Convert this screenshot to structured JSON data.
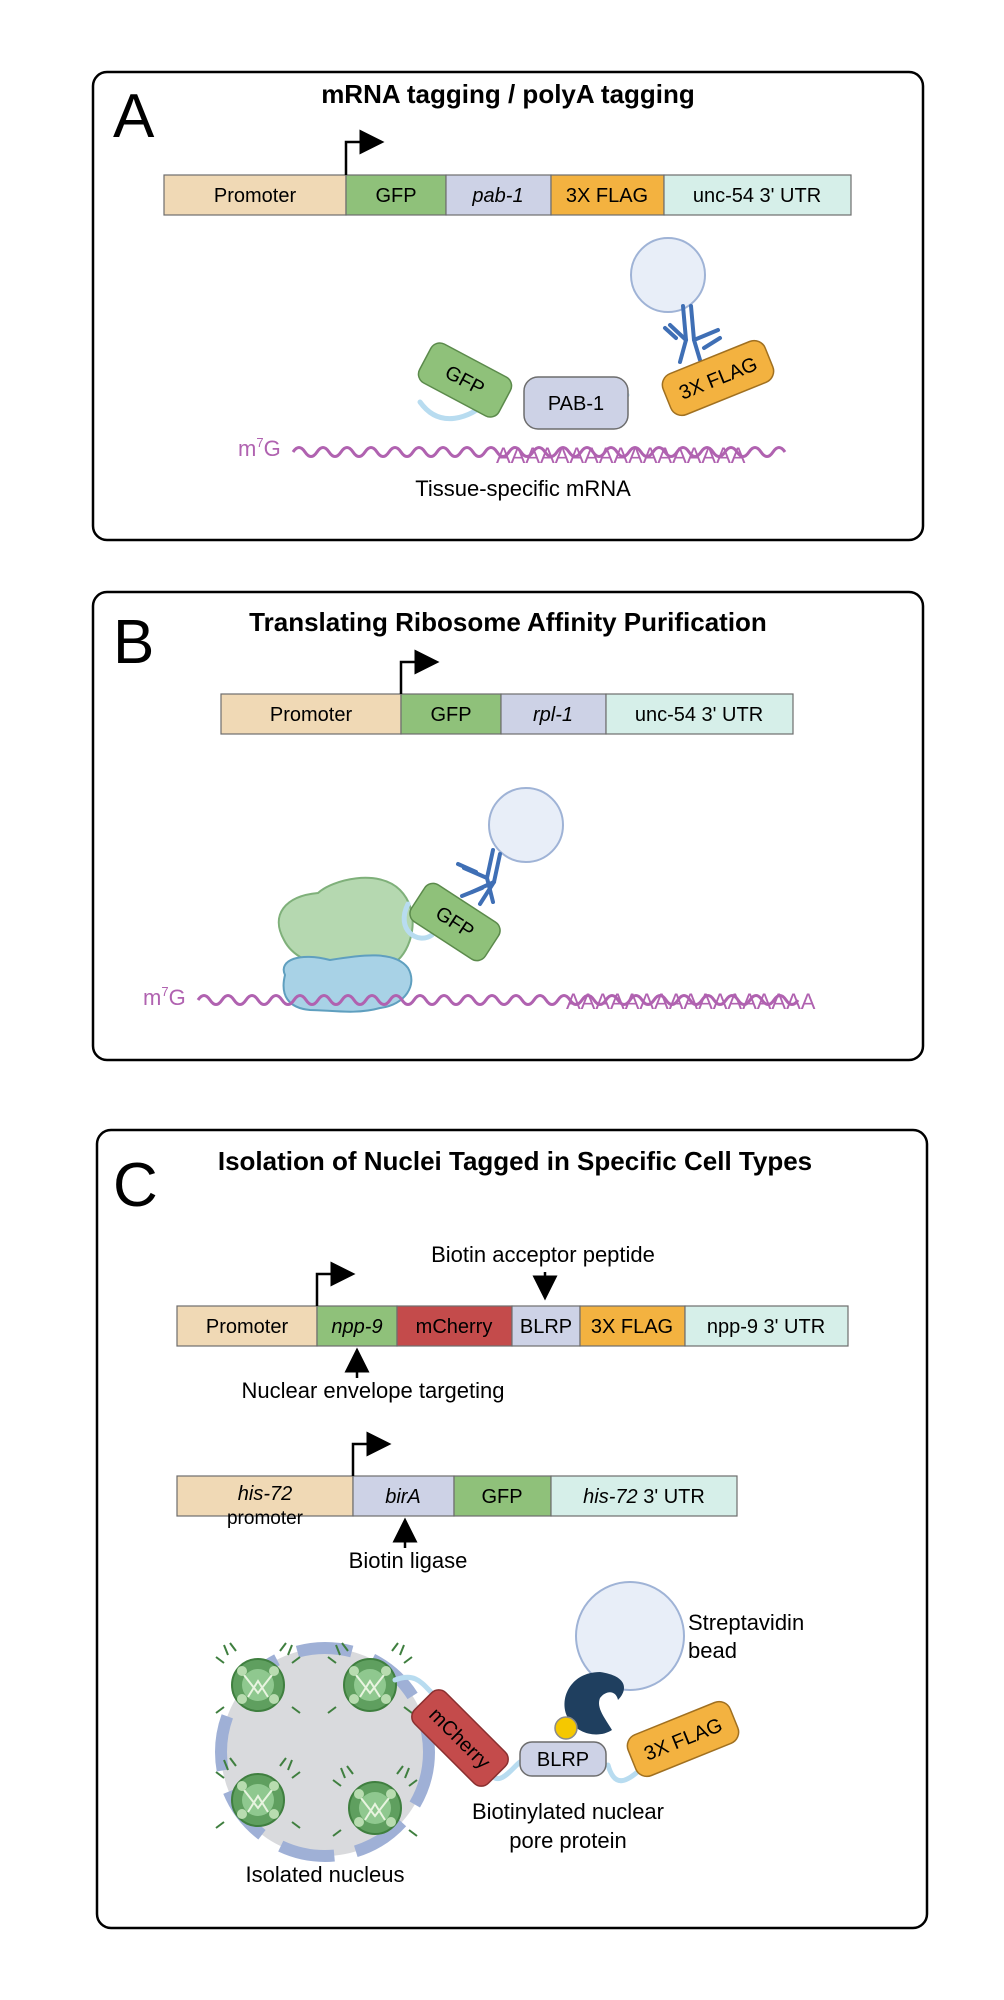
{
  "colors": {
    "promoter": "#f0d9b5",
    "gfp": "#8fc17a",
    "gene": "#cdd2e6",
    "flag": "#f3b240",
    "utr": "#d6efe9",
    "mcherry": "#c44b4b",
    "mrna": "#b062b0",
    "bead": "#e8eef8",
    "antibody": "#3f6fb5"
  },
  "panel_a": {
    "letter": "A",
    "title": "mRNA tagging / polyA tagging",
    "construct": {
      "promoter": "Promoter",
      "gfp": "GFP",
      "gene": "pab-1",
      "flag": "3X FLAG",
      "utr": "unc-54 3' UTR"
    },
    "protein_gfp": "GFP",
    "protein_pab": "PAB-1",
    "protein_flag": "3X FLAG",
    "cap_m": "m",
    "cap_sup": "7",
    "cap_g": "G",
    "polya": "AAAAAAAAAAAAAAAAA",
    "caption": "Tissue-specific mRNA"
  },
  "panel_b": {
    "letter": "B",
    "title": "Translating Ribosome Affinity Purification",
    "construct": {
      "promoter": "Promoter",
      "gfp": "GFP",
      "gene": "rpl-1",
      "utr": "unc-54 3' UTR"
    },
    "protein_gfp": "GFP",
    "cap_m": "m",
    "cap_sup": "7",
    "cap_g": "G",
    "polya": "AAAAAAAAAAAAAAAAA"
  },
  "panel_c": {
    "letter": "C",
    "title": "Isolation of Nuclei Tagged in Specific Cell Types",
    "biotin_acceptor_label": "Biotin acceptor peptide",
    "construct1": {
      "promoter": "Promoter",
      "gene": "npp-9",
      "mcherry": "mCherry",
      "blrp": "BLRP",
      "flag": "3X FLAG",
      "utr": "npp-9 3' UTR"
    },
    "nuclear_targeting_label": "Nuclear envelope targeting",
    "construct2": {
      "promoter_italic": "his-72",
      "promoter_word": "promoter",
      "gene": "birA",
      "gfp": "GFP",
      "utr_italic": "his-72",
      "utr_rest": " 3' UTR"
    },
    "biotin_ligase_label": "Biotin ligase",
    "bead_label_1": "Streptavidin",
    "bead_label_2": "bead",
    "protein_mcherry": "mCherry",
    "protein_blrp": "BLRP",
    "protein_flag": "3X FLAG",
    "biotinylated_label_1": "Biotinylated nuclear",
    "biotinylated_label_2": "pore protein",
    "nucleus_label": "Isolated nucleus"
  }
}
